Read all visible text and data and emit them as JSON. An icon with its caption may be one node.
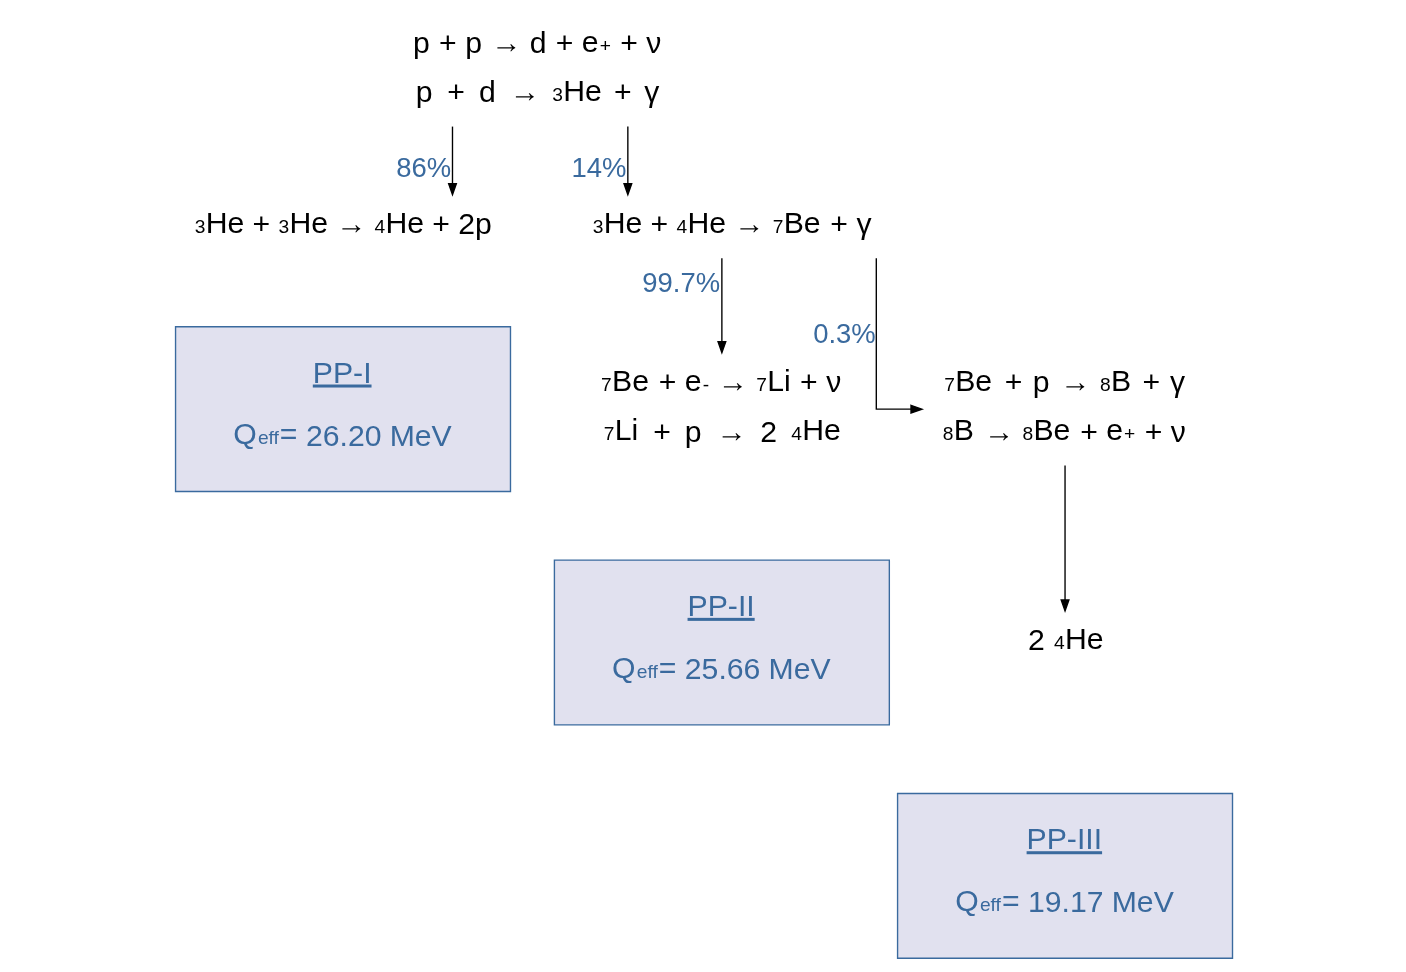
{
  "diagram": {
    "nodes": [
      {
        "text": [
          "p + p → d + e$^{+}$ + ν",
          "p + d → $^{3}$He + γ"
        ]
      },
      {
        "text": [
          "$^{3}$He + $^{3}$He → $^{4}$He + 2p"
        ]
      },
      {
        "text": [
          "$^{3}$He + $^{4}$He → $^{7}$Be + γ"
        ]
      },
      {
        "text": [
          "PP-I",
          "Q$_{eff}$= 26.20 MeV"
        ]
      },
      {
        "text": [
          "$^{7}$Be + e$^{-}$ → $^{7}$Li + ν",
          "$^{7}$Li + p → 2 $^{4}$He"
        ]
      },
      {
        "text": [
          "$^{7}$Be + p → $^{8}$B + γ",
          "$^{8}$B → $^{8}$Be + e$^{+}$ + ν"
        ]
      },
      {
        "text": [
          "PP-II",
          "Q$_{eff}$= 25.66 MeV"
        ]
      },
      {
        "text": [
          "2 $^{4}$He"
        ]
      },
      {
        "text": [
          "PP-III",
          "Q$_{eff}$= 19.17 MeV"
        ]
      }
    ],
    "edges": [
      {
        "from": 0,
        "to": 1,
        "arrow": "to",
        "label": "86%"
      },
      {
        "from": 0,
        "to": 2,
        "arrow": "to",
        "label": "14%"
      },
      {
        "from": 2,
        "to": 4,
        "arrow": "to",
        "label": "99.7%"
      },
      {
        "from": 2,
        "to": 5,
        "arrow": "to",
        "label": "0.3%"
      },
      {
        "from": 5,
        "to": 7,
        "arrow": "to"
      }
    ]
  }
}
